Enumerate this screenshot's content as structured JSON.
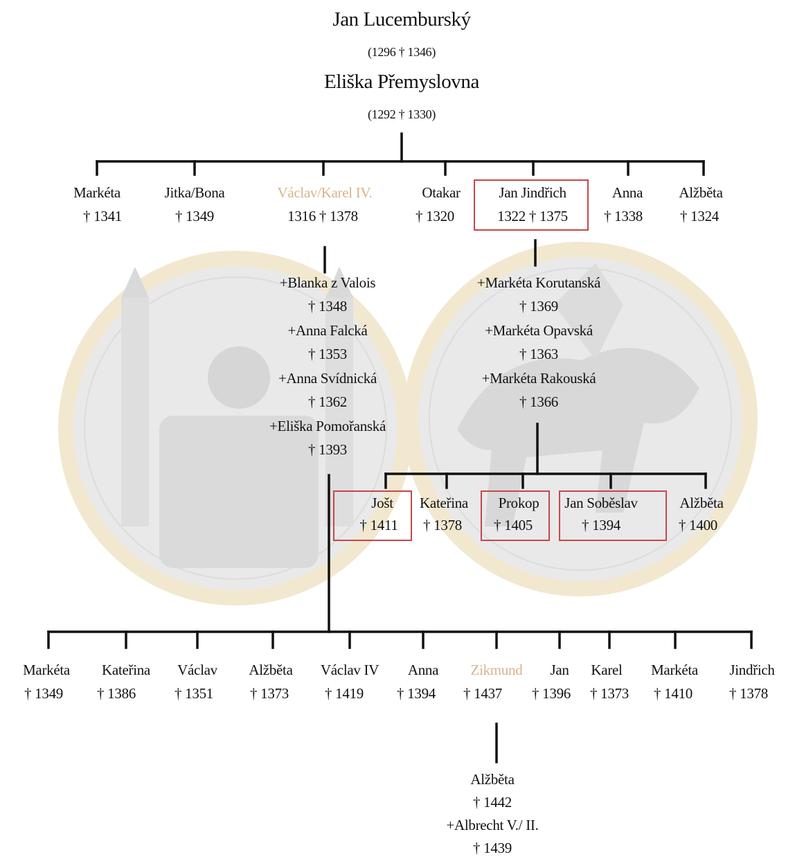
{
  "colors": {
    "line": "#111111",
    "accent_text": "#d8b48c",
    "highlight_border": "#c6464c",
    "seal_rim": "#efe3c6",
    "seal_fill": "#e9e9e9"
  },
  "root": {
    "father_name": "Jan Lucemburský",
    "father_dates": "(1296 † 1346)",
    "mother_name": "Eliška Přemyslovna",
    "mother_dates": "(1292 † 1330)"
  },
  "gen1": [
    {
      "name": "Markéta",
      "dates": "† 1341"
    },
    {
      "name": "Jitka/Bona",
      "dates": "† 1349"
    },
    {
      "name": "Václav/Karel IV.",
      "dates": "1316 † 1378"
    },
    {
      "name": "Otakar",
      "dates": "† 1320"
    },
    {
      "name": "Jan Jindřich",
      "dates": "1322 † 1375"
    },
    {
      "name": "Anna",
      "dates": "† 1338"
    },
    {
      "name": "Alžběta",
      "dates": "† 1324"
    }
  ],
  "karel_spouses": [
    "+Blanka z Valois",
    "† 1348",
    "+Anna Falcká",
    "† 1353",
    "+Anna Svídnická",
    "† 1362",
    "+Eliška Pomořanská",
    "† 1393"
  ],
  "jan_jindrich_spouses": [
    "+Markéta Korutanská",
    "† 1369",
    "+Markéta Opavská",
    "† 1363",
    "+Markéta Rakouská",
    "† 1366"
  ],
  "jan_jindrich_children": [
    {
      "name": "Jošt",
      "dates": "† 1411"
    },
    {
      "name": "Kateřina",
      "dates": "† 1378"
    },
    {
      "name": "Prokop",
      "dates": "† 1405"
    },
    {
      "name": "Jan Soběslav",
      "dates": "† 1394"
    },
    {
      "name": "Alžběta",
      "dates": "† 1400"
    }
  ],
  "karel_children": [
    {
      "name": "Markéta",
      "dates": "† 1349"
    },
    {
      "name": "Kateřina",
      "dates": "† 1386"
    },
    {
      "name": "Václav",
      "dates": "† 1351"
    },
    {
      "name": "Alžběta",
      "dates": "† 1373"
    },
    {
      "name": "Václav IV",
      "dates": "† 1419"
    },
    {
      "name": "Anna",
      "dates": "† 1394"
    },
    {
      "name": "Zikmund",
      "dates": "† 1437"
    },
    {
      "name": "Jan",
      "dates": "† 1396"
    },
    {
      "name": "Karel",
      "dates": "† 1373"
    },
    {
      "name": "Markéta",
      "dates": "† 1410"
    },
    {
      "name": "Jindřich",
      "dates": "† 1378"
    }
  ],
  "zikmund_child": [
    "Alžběta",
    "† 1442",
    "+Albrecht V./ II.",
    "† 1439"
  ]
}
